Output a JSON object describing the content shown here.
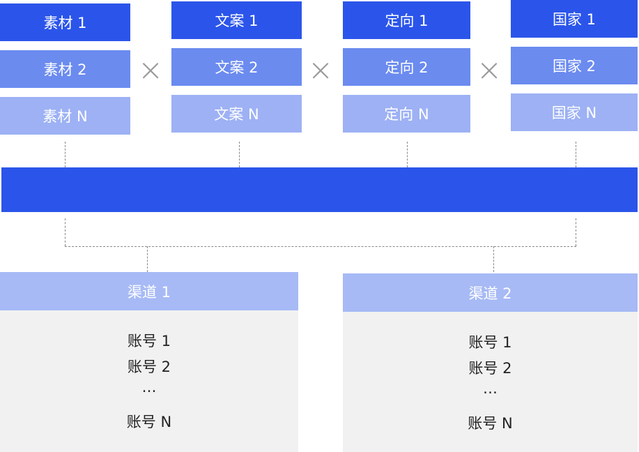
{
  "columns": [
    {
      "items": [
        "素材 1",
        "素材 2",
        "素材 N"
      ]
    },
    {
      "items": [
        "文案 1",
        "文案 2",
        "文案 N"
      ]
    },
    {
      "items": [
        "定向 1",
        "定向 2",
        "定向 N"
      ]
    },
    {
      "items": [
        "国家 1",
        "国家 2",
        "国家 N"
      ]
    }
  ],
  "operators": [
    "×",
    "×",
    "×"
  ],
  "channels": [
    {
      "title": "渠道 1",
      "accounts": [
        "账号 1",
        "账号 2",
        "…",
        "账号 N"
      ]
    },
    {
      "title": "渠道 2",
      "accounts": [
        "账号 1",
        "账号 2",
        "…",
        "账号 N"
      ]
    }
  ],
  "colors": {
    "level1": "#2b55ea",
    "level2": "#6b8bef",
    "level3": "#9db1f4",
    "channel_header": "#a7baf5",
    "channel_body": "#f1f1f1",
    "bar": "#2b55ea"
  }
}
